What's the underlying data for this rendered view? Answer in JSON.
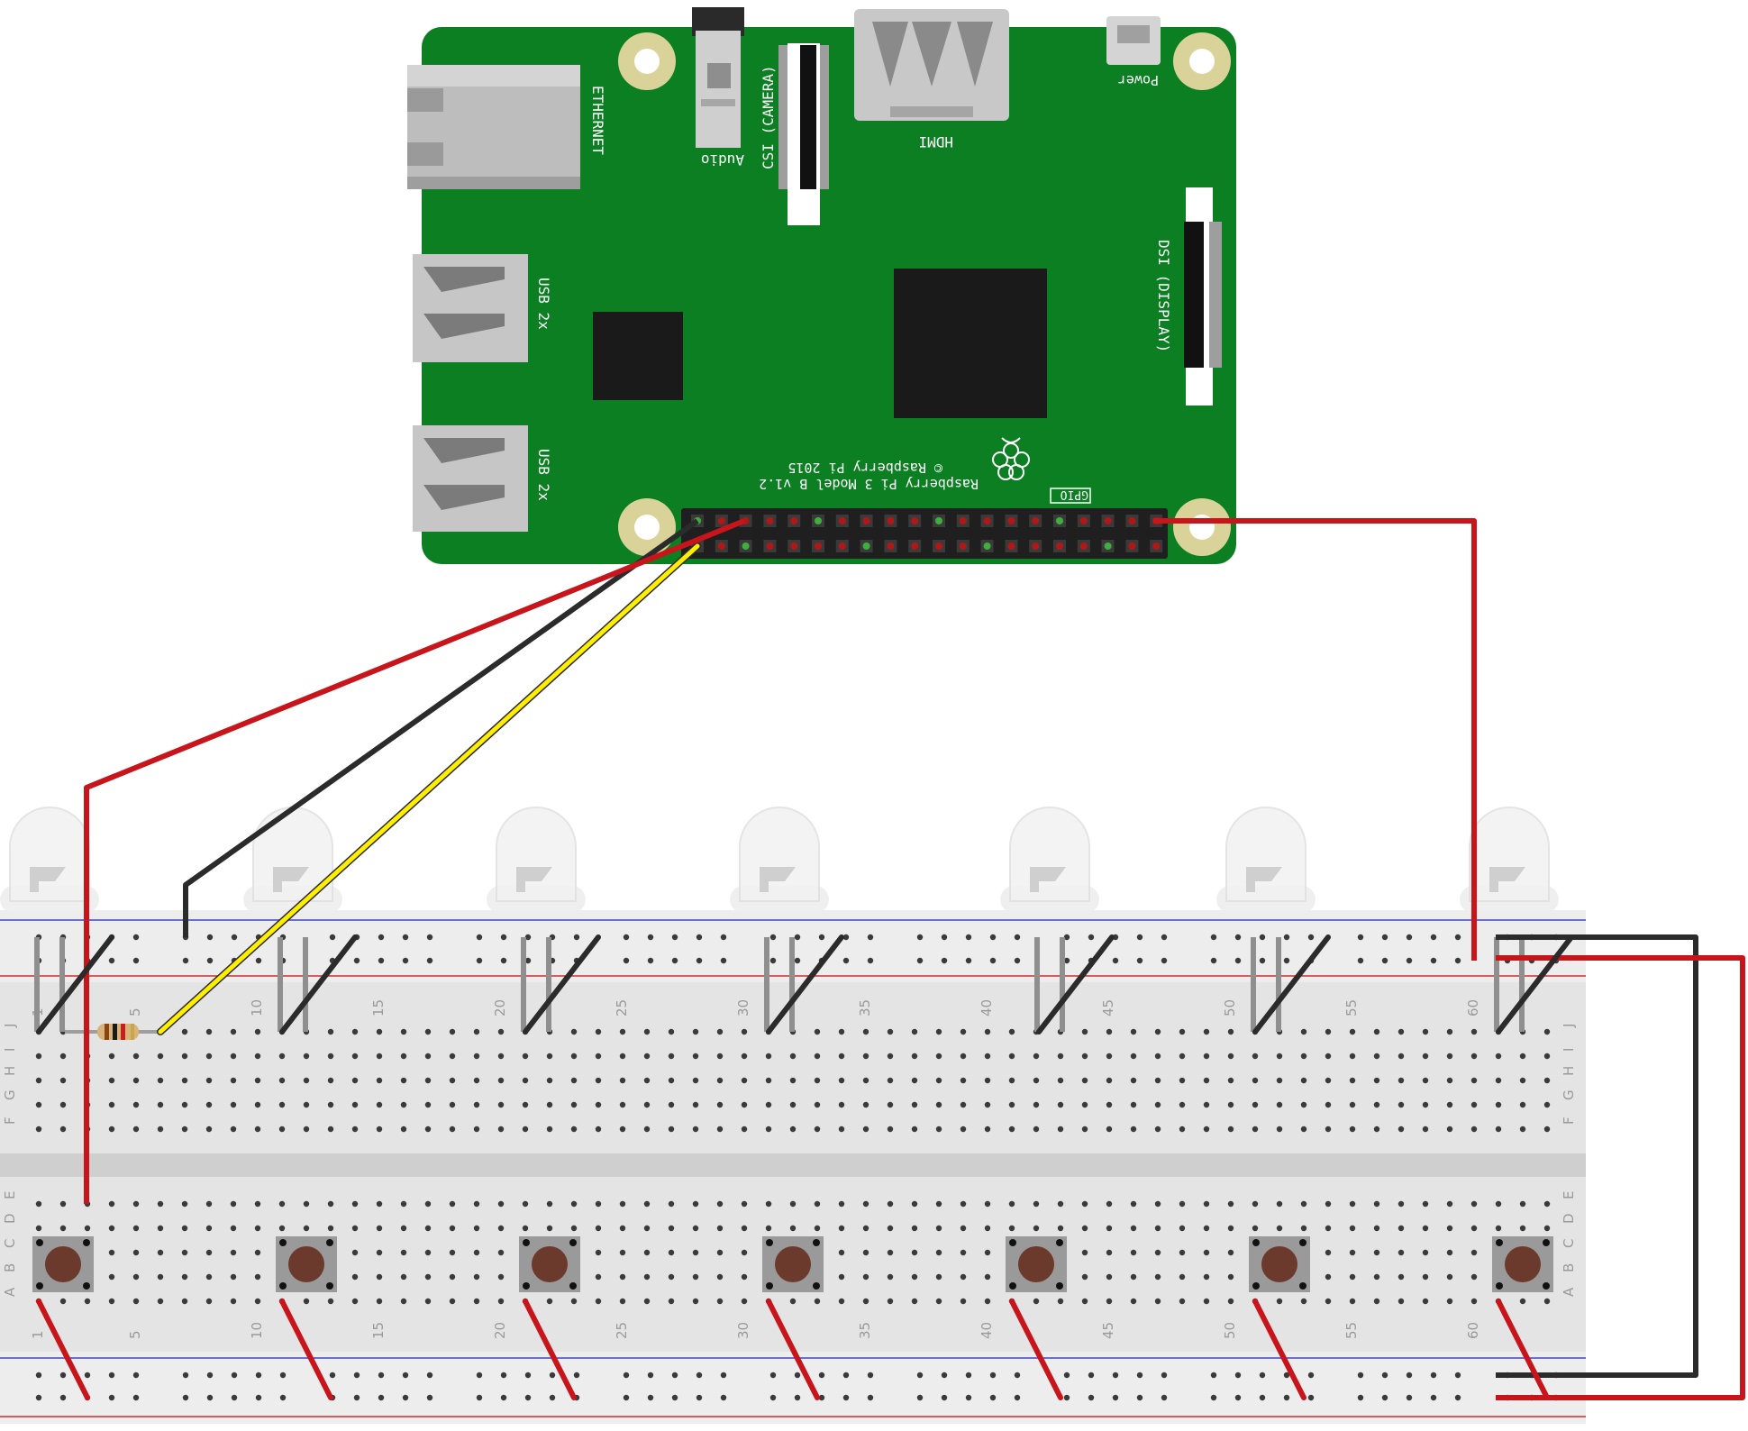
{
  "pi": {
    "ethernet": "ETHERNET",
    "audio": "Audio",
    "csi": "CSI (CAMERA)",
    "hdmi": "HDMI",
    "power": "Power",
    "usb1": "USB 2x",
    "usb2": "USB 2x",
    "dsi": "DSI (DISPLAY)",
    "gpio": "GPIO",
    "model_line1": "Raspberry Pi 3 Model B v1.2",
    "model_line2": "© Raspberry Pi 2015"
  },
  "breadboard": {
    "column_numbers": [
      "1",
      "5",
      "10",
      "15",
      "20",
      "25",
      "30",
      "35",
      "40",
      "45",
      "50",
      "55",
      "60"
    ],
    "rows_top": [
      "J",
      "I",
      "H",
      "G",
      "F"
    ],
    "rows_bottom": [
      "E",
      "D",
      "C",
      "B",
      "A"
    ]
  },
  "components": {
    "led_count": 7,
    "button_count": 7,
    "resistor_count": 1
  },
  "wire_colors": {
    "red": "#c8141b",
    "black": "#2b2b2b",
    "yellow": "#ffee00"
  },
  "colors": {
    "pcb": "#0b7f22",
    "breadboard": "#e6e6e6"
  }
}
